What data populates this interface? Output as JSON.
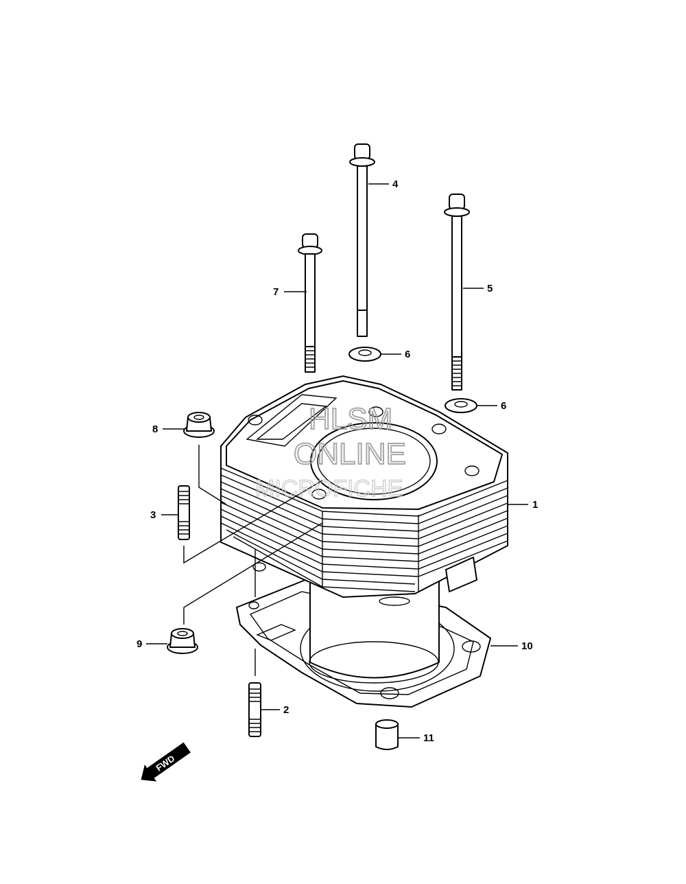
{
  "diagram": {
    "callouts": {
      "p1": "1",
      "p2": "2",
      "p3": "3",
      "p4": "4",
      "p5": "5",
      "p6a": "6",
      "p6b": "6",
      "p7": "7",
      "p8": "8",
      "p9": "9",
      "p10": "10",
      "p11": "11"
    },
    "watermark": {
      "line1": "HLSM",
      "line2": "ONLINE",
      "line3": "MICROFICHE"
    },
    "fwd_label": "FWD"
  }
}
